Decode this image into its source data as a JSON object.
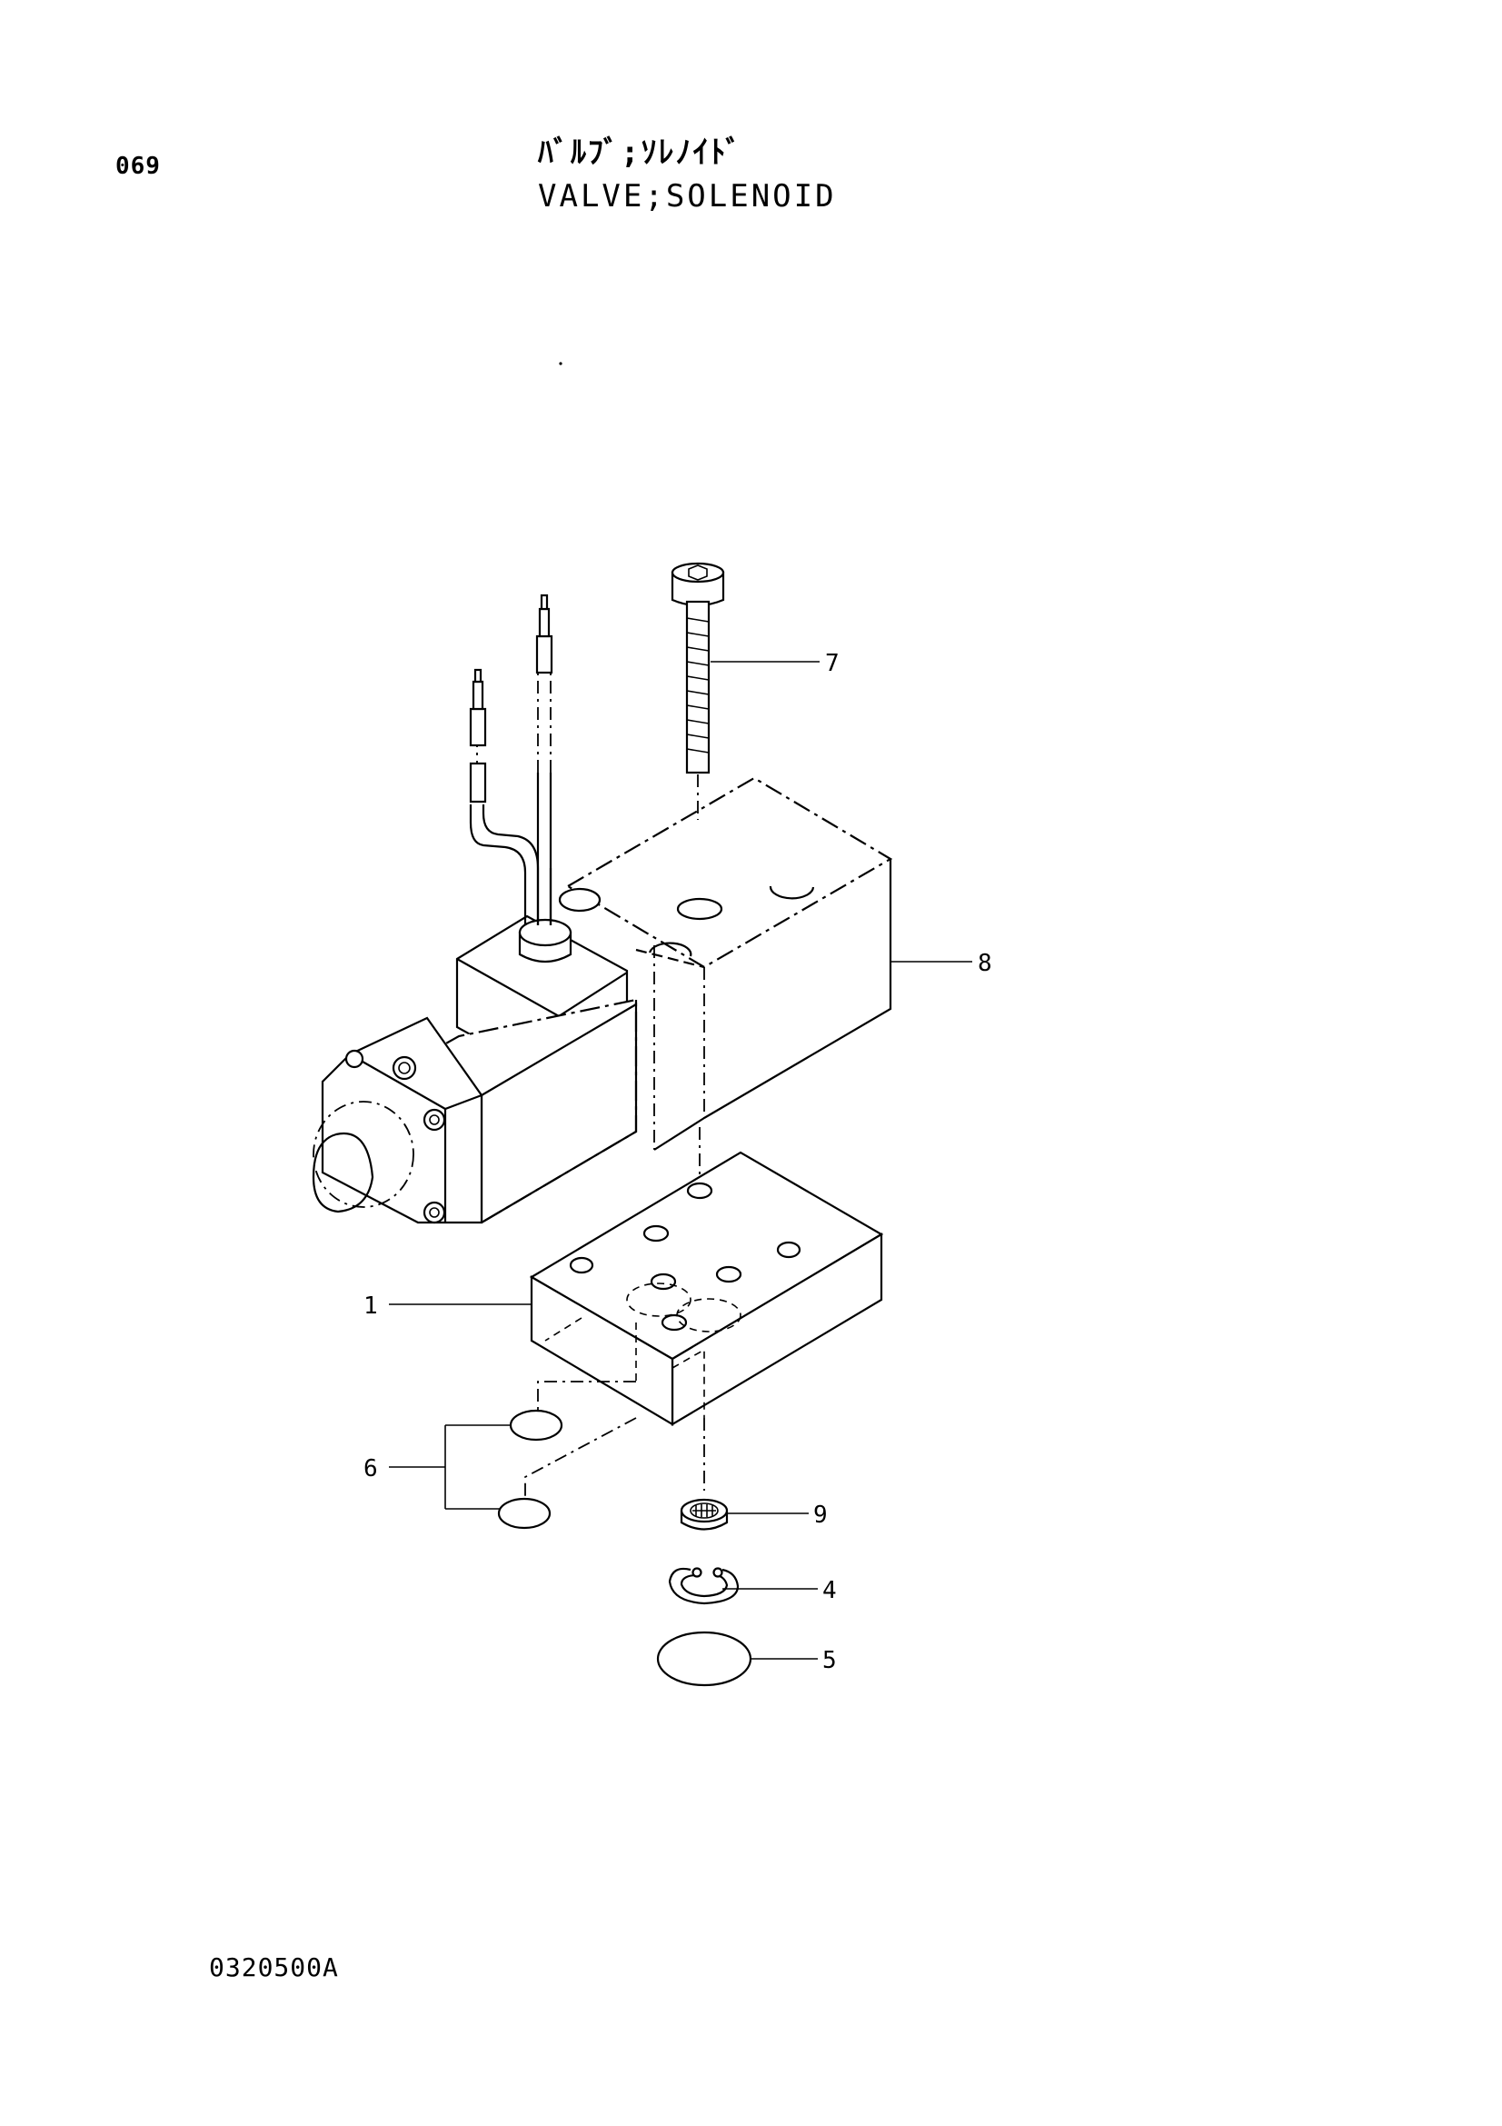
{
  "header": {
    "page_number": "069",
    "title_japanese": "ﾊﾞﾙﾌﾞ;ｿﾚﾉｲﾄﾞ",
    "title_english": "VALVE;SOLENOID"
  },
  "footer": {
    "drawing_code": "0320500A"
  },
  "callouts": [
    {
      "id": "callout-7",
      "label": "7"
    },
    {
      "id": "callout-8",
      "label": "8"
    },
    {
      "id": "callout-1",
      "label": "1"
    },
    {
      "id": "callout-6",
      "label": "6"
    },
    {
      "id": "callout-9",
      "label": "9"
    },
    {
      "id": "callout-4",
      "label": "4"
    },
    {
      "id": "callout-5",
      "label": "5"
    }
  ]
}
